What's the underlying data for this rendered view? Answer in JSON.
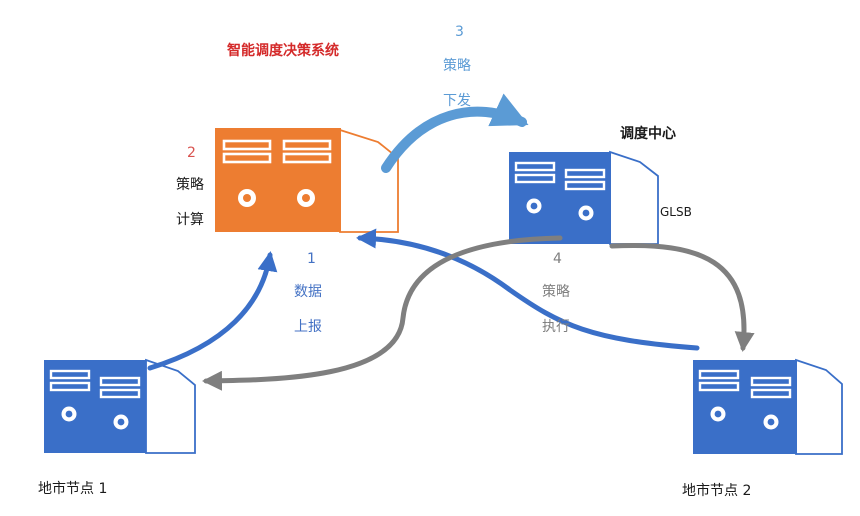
{
  "title": "智能调度决策系统",
  "steps": {
    "compute": {
      "num": "2",
      "line1": "策略",
      "line2": "计算"
    },
    "dispatch": {
      "num": "3",
      "line1": "策略",
      "line2": "下发"
    },
    "report": {
      "num": "1",
      "line1": "数据",
      "line2": "上报"
    },
    "execute": {
      "num": "4",
      "line1": "策略",
      "line2": "执行"
    }
  },
  "center": {
    "name": "调度中心",
    "tag": "GLSB"
  },
  "nodes": {
    "node1": "地市节点 1",
    "node2": "地市节点 2"
  },
  "colors": {
    "title_red": "#d42a2a",
    "step_red": "#d9534f",
    "step_blue": "#5b9bd5",
    "report_blue": "#4472c4",
    "gray_text": "#7f7f7f",
    "server_orange": "#ed7d31",
    "server_blue": "#3a6fc8",
    "arrow_blue": "#3a6fc8",
    "arrow_light_blue": "#5b9bd5",
    "arrow_gray": "#7f7f7f"
  }
}
